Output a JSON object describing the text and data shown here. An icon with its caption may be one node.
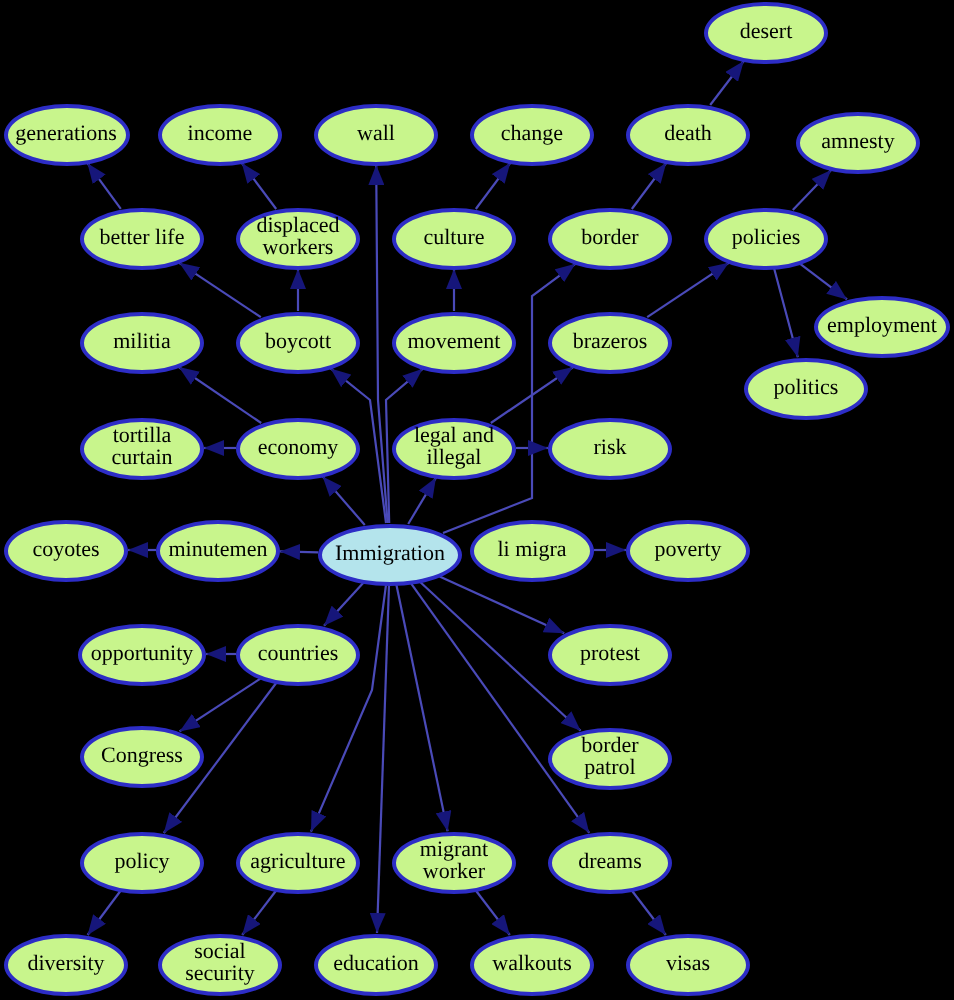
{
  "diagram": {
    "nodes": [
      {
        "text": [
          "desert"
        ]
      },
      {
        "text": [
          "generations"
        ]
      },
      {
        "text": [
          "income"
        ]
      },
      {
        "text": [
          "wall"
        ]
      },
      {
        "text": [
          "change"
        ]
      },
      {
        "text": [
          "death"
        ]
      },
      {
        "text": [
          "amnesty"
        ]
      },
      {
        "text": [
          "better life"
        ]
      },
      {
        "text": [
          "displaced workers"
        ]
      },
      {
        "text": [
          "culture"
        ]
      },
      {
        "text": [
          "border"
        ]
      },
      {
        "text": [
          "policies"
        ]
      },
      {
        "text": [
          "employment"
        ]
      },
      {
        "text": [
          "militia"
        ]
      },
      {
        "text": [
          "boycott"
        ]
      },
      {
        "text": [
          "movement"
        ]
      },
      {
        "text": [
          "brazeros"
        ]
      },
      {
        "text": [
          "politics"
        ]
      },
      {
        "text": [
          "tortilla curtain"
        ]
      },
      {
        "text": [
          "economy"
        ]
      },
      {
        "text": [
          "legal and illegal"
        ]
      },
      {
        "text": [
          "risk"
        ]
      },
      {
        "text": [
          "coyotes"
        ]
      },
      {
        "text": [
          "minutemen"
        ]
      },
      {
        "text": [
          "Immigration"
        ]
      },
      {
        "text": [
          "li migra"
        ]
      },
      {
        "text": [
          "poverty"
        ]
      },
      {
        "text": [
          "opportunity"
        ]
      },
      {
        "text": [
          "countries"
        ]
      },
      {
        "text": [
          "protest"
        ]
      },
      {
        "text": [
          "Congress"
        ]
      },
      {
        "text": [
          "border patrol"
        ]
      },
      {
        "text": [
          "policy"
        ]
      },
      {
        "text": [
          "agriculture"
        ]
      },
      {
        "text": [
          "migrant worker"
        ]
      },
      {
        "text": [
          "dreams"
        ]
      },
      {
        "text": [
          "diversity"
        ]
      },
      {
        "text": [
          "social security"
        ]
      },
      {
        "text": [
          "education"
        ]
      },
      {
        "text": [
          "walkouts"
        ]
      },
      {
        "text": [
          "visas"
        ]
      }
    ],
    "edges": [
      {
        "from": 24,
        "to": 3,
        "arrow": "to"
      },
      {
        "from": 14,
        "to": 7,
        "arrow": "to"
      },
      {
        "from": 7,
        "to": 1,
        "arrow": "to"
      },
      {
        "from": 14,
        "to": 8,
        "arrow": "to"
      },
      {
        "from": 8,
        "to": 2,
        "arrow": "to"
      },
      {
        "from": 15,
        "to": 9,
        "arrow": "to"
      },
      {
        "from": 9,
        "to": 4,
        "arrow": "to"
      },
      {
        "from": 24,
        "to": 10,
        "arrow": "to"
      },
      {
        "from": 10,
        "to": 5,
        "arrow": "to"
      },
      {
        "from": 5,
        "to": 0,
        "arrow": "to"
      },
      {
        "from": 16,
        "to": 11,
        "arrow": "to"
      },
      {
        "from": 11,
        "to": 6,
        "arrow": "to"
      },
      {
        "from": 11,
        "to": 12,
        "arrow": "to"
      },
      {
        "from": 11,
        "to": 17,
        "arrow": "to"
      },
      {
        "from": 19,
        "to": 13,
        "arrow": "to"
      },
      {
        "from": 24,
        "to": 14,
        "arrow": "to"
      },
      {
        "from": 24,
        "to": 15,
        "arrow": "to"
      },
      {
        "from": 20,
        "to": 16,
        "arrow": "to"
      },
      {
        "from": 19,
        "to": 18,
        "arrow": "to"
      },
      {
        "from": 24,
        "to": 19,
        "arrow": "to"
      },
      {
        "from": 24,
        "to": 20,
        "arrow": "to"
      },
      {
        "from": 20,
        "to": 21,
        "arrow": "to"
      },
      {
        "from": 24,
        "to": 23,
        "arrow": "to"
      },
      {
        "from": 23,
        "to": 22,
        "arrow": "to"
      },
      {
        "from": 25,
        "to": 26,
        "arrow": "to"
      },
      {
        "from": 24,
        "to": 28,
        "arrow": "to"
      },
      {
        "from": 28,
        "to": 27,
        "arrow": "to"
      },
      {
        "from": 24,
        "to": 29,
        "arrow": "to"
      },
      {
        "from": 28,
        "to": 30,
        "arrow": "to"
      },
      {
        "from": 28,
        "to": 32,
        "arrow": "to"
      },
      {
        "from": 24,
        "to": 31,
        "arrow": "to"
      },
      {
        "from": 32,
        "to": 36,
        "arrow": "to"
      },
      {
        "from": 24,
        "to": 33,
        "arrow": "to"
      },
      {
        "from": 33,
        "to": 37,
        "arrow": "to"
      },
      {
        "from": 24,
        "to": 38,
        "arrow": "to"
      },
      {
        "from": 24,
        "to": 34,
        "arrow": "to"
      },
      {
        "from": 34,
        "to": 39,
        "arrow": "to"
      },
      {
        "from": 24,
        "to": 35,
        "arrow": "to"
      },
      {
        "from": 35,
        "to": 40,
        "arrow": "to"
      }
    ]
  }
}
